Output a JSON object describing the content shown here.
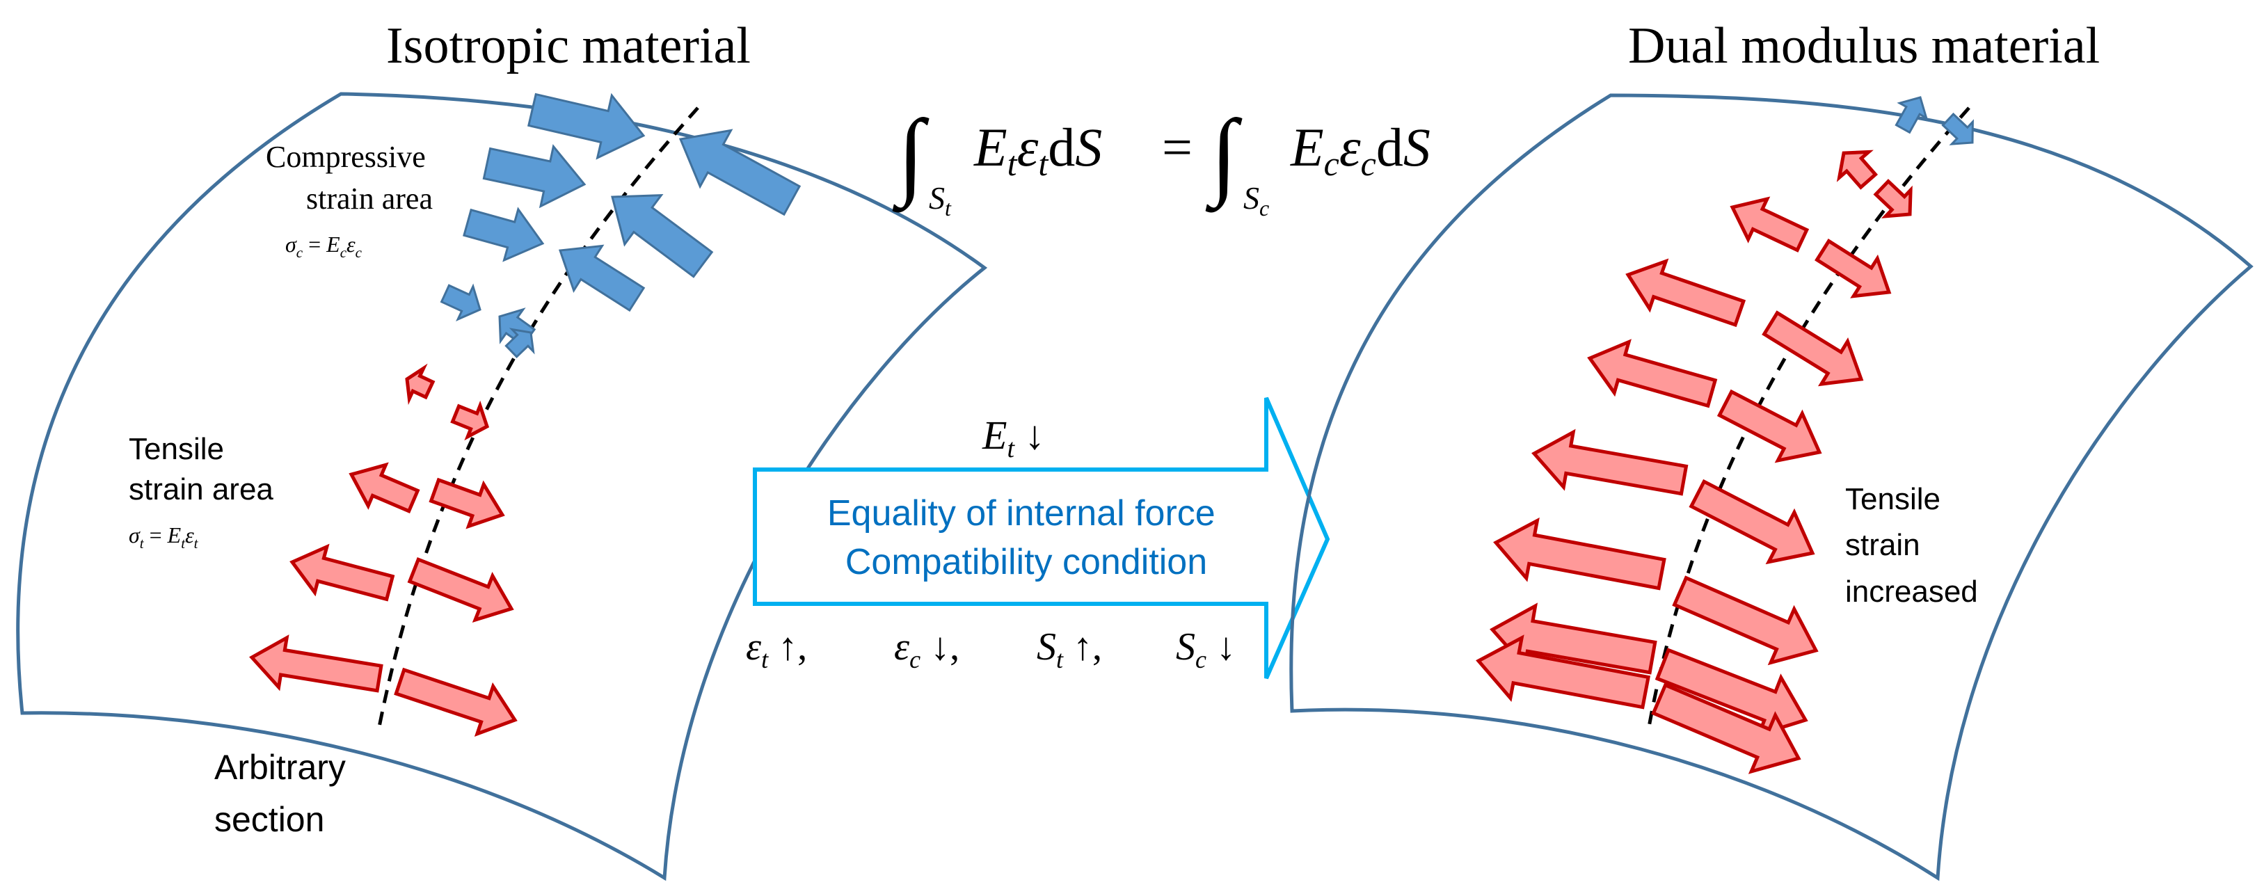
{
  "left_panel": {
    "title": "Isotropic material",
    "compressive_label": [
      "Compressive",
      "strain area"
    ],
    "compressive_formula": {
      "sigma_sub": "c",
      "E_sub": "c",
      "eps_sub": "c"
    },
    "tensile_label": [
      "Tensile",
      "strain area"
    ],
    "tensile_formula": {
      "sigma_sub": "t",
      "E_sub": "t",
      "eps_sub": "t"
    },
    "section_label": [
      "Arbitrary",
      "section"
    ]
  },
  "right_panel": {
    "title": "Dual modulus material",
    "tensile_note": [
      "Tensile",
      "strain",
      "increased"
    ]
  },
  "equation": {
    "lhs_sub": "t",
    "rhs_sub": "c",
    "d": "d",
    "S": "S",
    "eq": "="
  },
  "center": {
    "et_change": {
      "sub": "t",
      "arrow": "↓"
    },
    "arrow_text": [
      "Equality of internal force",
      "Compatibility condition"
    ],
    "changes": [
      {
        "sym": "ε",
        "sub": "t",
        "arrow": "↑",
        "sep": ","
      },
      {
        "sym": "ε",
        "sub": "c",
        "arrow": "↓",
        "sep": ","
      },
      {
        "sym": "S",
        "sub": "t",
        "arrow": "↑",
        "sep": ","
      },
      {
        "sym": "S",
        "sub": "c",
        "arrow": "↓",
        "sep": ""
      }
    ]
  },
  "colors": {
    "outline": "#41719c",
    "blue_arrow": "#5b9bd5",
    "blue_stroke": "#41719c",
    "red_fill": "#ff9999",
    "red_stroke": "#c00000",
    "cyan": "#00b0f0",
    "center_text": "#0070c0"
  }
}
